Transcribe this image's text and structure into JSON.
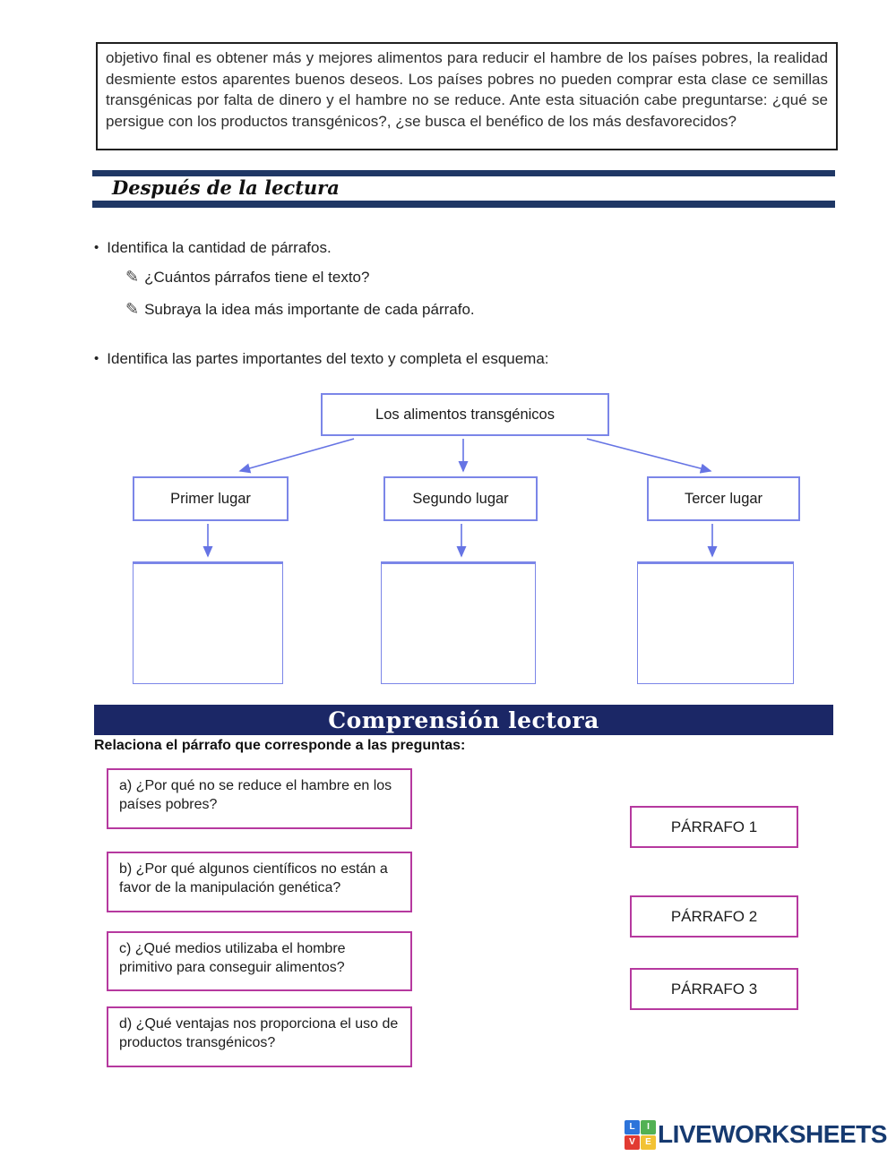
{
  "intro": {
    "text": "objetivo final es obtener más y mejores alimentos para reducir el hambre de los países pobres, la realidad desmiente estos aparentes buenos deseos. Los países pobres no pueden comprar esta clase ce semillas transgénicas por falta de dinero y el hambre no se reduce. Ante esta situación cabe preguntarse: ¿qué se persigue con los productos transgénicos?, ¿se busca el benéfico de los más desfavorecidos?"
  },
  "after_reading": {
    "title": "Después de la lectura"
  },
  "instructions": {
    "bullet_char": "•",
    "bullet1": "Identifica la cantidad de párrafos.",
    "sub_items": [
      {
        "icon": "writing-pencil-icon",
        "glyph": "✎",
        "text": "¿Cuántos párrafos tiene el texto?"
      },
      {
        "icon": "writing-pencil-icon",
        "glyph": "✎",
        "text": "Subraya la idea más importante de cada párrafo."
      }
    ],
    "bullet2": "Identifica las partes importantes del texto y completa el esquema:"
  },
  "scheme": {
    "root": "Los alimentos transgénicos",
    "children": [
      "Primer lugar",
      "Segundo lugar",
      "Tercer lugar"
    ]
  },
  "comprehension": {
    "banner": "Comprensión lectora",
    "instruction": "Relaciona el párrafo que corresponde a las preguntas:",
    "questions": [
      "a) ¿Por qué no se reduce el hambre en los países pobres?",
      "b) ¿Por qué algunos científicos no están a favor de la manipulación genética?",
      "c) ¿Qué medios utilizaba el hombre primitivo para conseguir alimentos?",
      "d) ¿Qué ventajas nos proporciona el uso de productos transgénicos?"
    ],
    "paragraphs": [
      "PÁRRAFO 1",
      "PÁRRAFO 2",
      "PÁRRAFO 3"
    ]
  },
  "footer": {
    "logo_text": "LIVEWORKSHEETS",
    "logo_squares": [
      {
        "letter": "L",
        "color": "#2d74da"
      },
      {
        "letter": "I",
        "color": "#52b153"
      },
      {
        "letter": "V",
        "color": "#e23b33"
      },
      {
        "letter": "E",
        "color": "#f2c233"
      }
    ]
  },
  "colors": {
    "navy_bar": "#1f3765",
    "banner_bg": "#1b2766",
    "scheme_blue": "#7b86e8",
    "arrow_blue": "#6674e4",
    "question_border": "#b6399f",
    "logo_navy": "#163a70"
  }
}
